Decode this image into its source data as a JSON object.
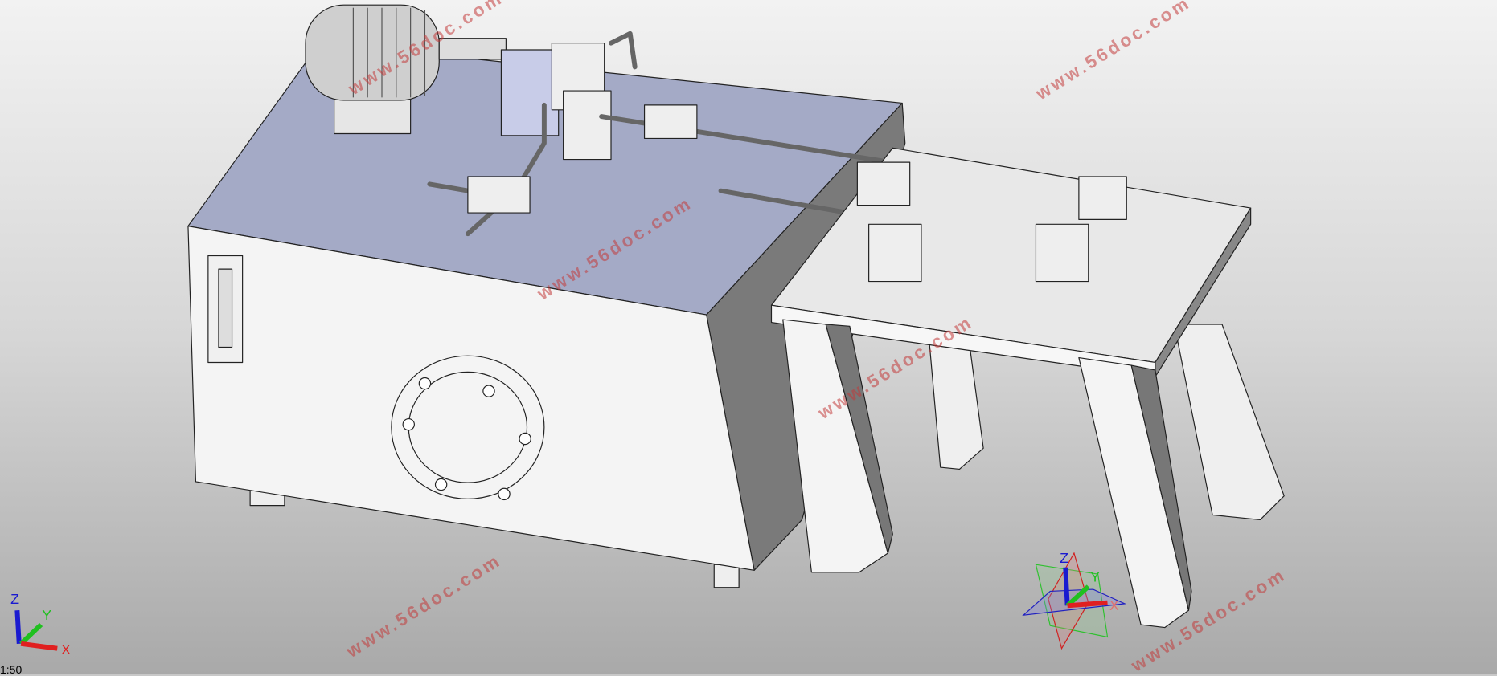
{
  "viewport": {
    "title": "3D model viewport - hydraulic station and test bench"
  },
  "watermark": {
    "text": "www.56doc.com",
    "color": "#c23a3a"
  },
  "triad": {
    "x_label": "X",
    "y_label": "Y",
    "z_label": "Z",
    "x_color": "#e02020",
    "y_color": "#20c020",
    "z_color": "#1a1ad0"
  },
  "status": {
    "scale_text": "1:50"
  }
}
